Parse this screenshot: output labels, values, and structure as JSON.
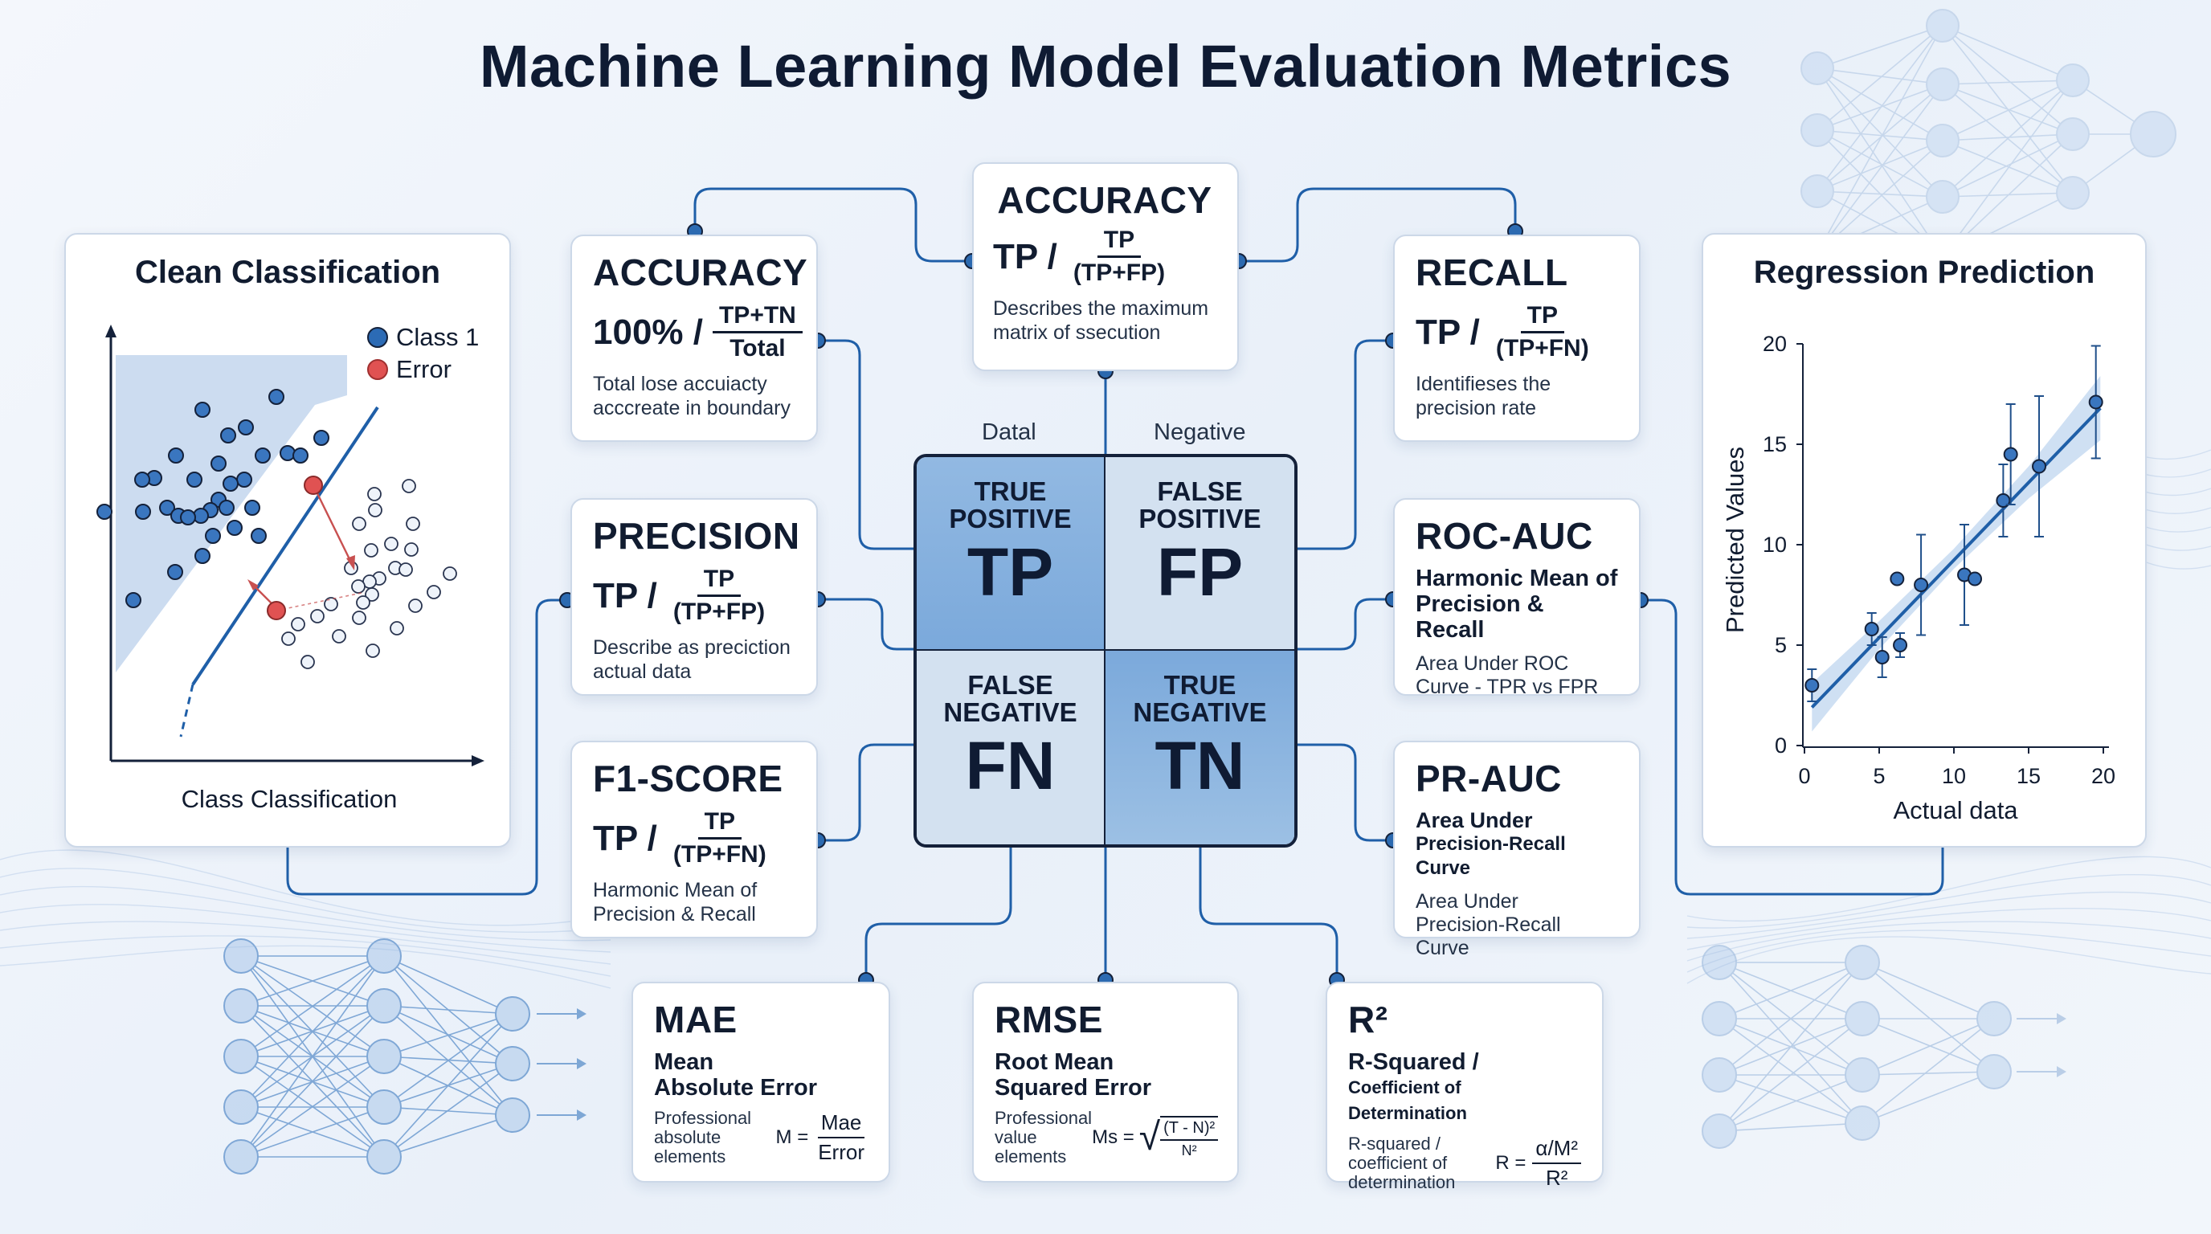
{
  "title": "Machine Learning Model Evaluation Metrics",
  "colors": {
    "accent": "#1f5fa8",
    "error": "#e05252",
    "cell_dark": "#86b0de",
    "cell_light": "#d3e1f0"
  },
  "classification_panel": {
    "title": "Clean Classification",
    "xlabel": "Class Classification",
    "legend": [
      {
        "label": "Class 1",
        "color": "#2c6bb5"
      },
      {
        "label": "Error",
        "color": "#e05252"
      }
    ]
  },
  "regression_panel": {
    "title": "Regression Prediction",
    "chart_data": {
      "type": "scatter",
      "title": "Regression Prediction",
      "xlabel": "Actual data",
      "ylabel": "Predicted Values",
      "xlim": [
        0,
        20
      ],
      "ylim": [
        0,
        20
      ],
      "xticks": [
        0,
        5,
        10,
        15,
        20
      ],
      "yticks": [
        0,
        5,
        10,
        15,
        20
      ],
      "points": [
        {
          "x": 0.5,
          "y": 3.0,
          "err": 0.8
        },
        {
          "x": 4.5,
          "y": 5.8,
          "err": 0.8
        },
        {
          "x": 5.2,
          "y": 4.4,
          "err": 1.0
        },
        {
          "x": 6.2,
          "y": 8.3,
          "err": 0
        },
        {
          "x": 6.4,
          "y": 5.0,
          "err": 0.6
        },
        {
          "x": 7.8,
          "y": 8.0,
          "err": 2.5
        },
        {
          "x": 10.7,
          "y": 8.5,
          "err": 2.5
        },
        {
          "x": 11.4,
          "y": 8.3,
          "err": 0
        },
        {
          "x": 13.3,
          "y": 12.2,
          "err": 1.8
        },
        {
          "x": 13.8,
          "y": 14.5,
          "err": 2.5
        },
        {
          "x": 15.7,
          "y": 13.9,
          "err": 3.5
        },
        {
          "x": 19.5,
          "y": 17.1,
          "err": 2.8
        }
      ],
      "trendline": [
        [
          0.5,
          1.9
        ],
        [
          19.8,
          16.8
        ]
      ],
      "grid": false
    }
  },
  "top_accuracy": {
    "title": "ACCURACY",
    "num": "TP",
    "lhs": "TP /",
    "den": "(TP+FP)",
    "desc": [
      "Describes the maximum",
      "matrix of ssecution"
    ]
  },
  "accuracy": {
    "title": "ACCURACY",
    "lhs": "100% /",
    "num": "TP+TN",
    "den": "Total",
    "desc": [
      "Total lose accuiacty",
      "acccreate in boundary"
    ]
  },
  "precision": {
    "title": "PRECISION",
    "lhs": "TP /",
    "num": "TP",
    "den": "(TP+FP)",
    "desc": [
      "Describe as preciction",
      "actual data"
    ]
  },
  "f1": {
    "title": "F1-SCORE",
    "lhs": "TP /",
    "num": "TP",
    "den": "(TP+FN)",
    "desc": [
      "Harmonic Mean of",
      "Precision & Recall"
    ]
  },
  "recall": {
    "title": "RECALL",
    "lhs": "TP /",
    "num": "TP",
    "den": "(TP+FN)",
    "desc": [
      "Identifieses the",
      "precision rate"
    ]
  },
  "rocauc": {
    "title": "ROC-AUC",
    "sub": [
      "Harmonic Mean of",
      "Precision & Recall"
    ],
    "desc": [
      "Area Under ROC",
      "Curve - TPR vs FPR"
    ]
  },
  "prauc": {
    "title": "PR-AUC",
    "sub": [
      "Area Under",
      "Precision-Recall Curve"
    ],
    "desc": [
      "Area Under",
      "Precision-Recall Curve"
    ]
  },
  "matrix": {
    "col_headers": [
      "Datal",
      "Negative"
    ],
    "cells": [
      {
        "line1": "TRUE",
        "line2": "POSITIVE",
        "abbr": "TP"
      },
      {
        "line1": "FALSE",
        "line2": "POSITIVE",
        "abbr": "FP"
      },
      {
        "line1": "FALSE",
        "line2": "NEGATIVE",
        "abbr": "FN"
      },
      {
        "line1": "TRUE",
        "line2": "NEGATIVE",
        "abbr": "TN"
      }
    ]
  },
  "mae": {
    "title": "MAE",
    "sub": [
      "Mean",
      "Absolute Error"
    ],
    "desc": [
      "Professional",
      "absolute",
      "elements"
    ],
    "lhs": "M =",
    "num": "Mae",
    "den": "Error"
  },
  "rmse": {
    "title": "RMSE",
    "sub": [
      "Root Mean",
      "Squared Error"
    ],
    "desc": [
      "Professional",
      "value",
      "elements"
    ],
    "lhs": "Ms =",
    "num": "(T - N)²",
    "den": "N²"
  },
  "r2": {
    "title": "R²",
    "sub": [
      "R-Squared /",
      "Coefficient of Determination"
    ],
    "desc": [
      "R-squared /",
      "coefficient of",
      "determination"
    ],
    "lhs": "R =",
    "num": "α/M²",
    "den": "R²"
  }
}
